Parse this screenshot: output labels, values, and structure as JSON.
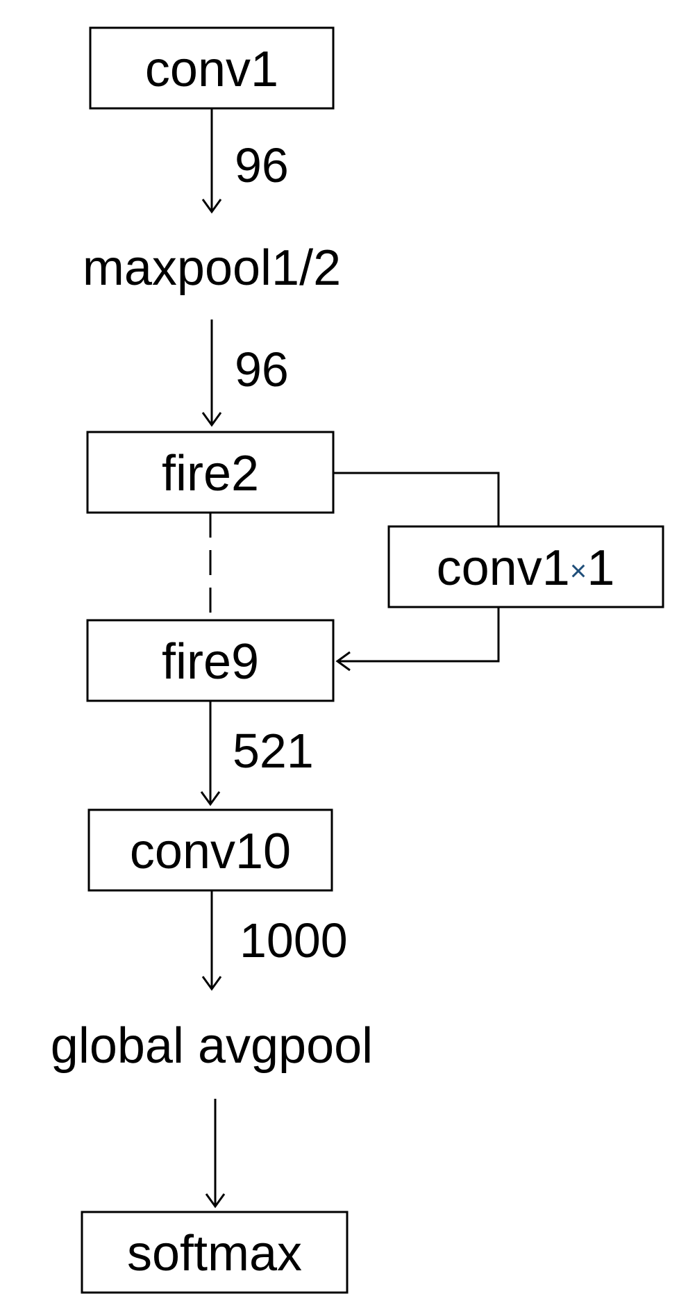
{
  "nodes": {
    "conv1": "conv1",
    "maxpool": "maxpool1/2",
    "fire2": "fire2",
    "conv1x1": {
      "prefix": "conv1",
      "times": "×",
      "suffix": "1"
    },
    "fire9": "fire9",
    "conv10": "conv10",
    "global_avgpool": "global avgpool",
    "softmax": "softmax"
  },
  "edges": {
    "conv1_to_maxpool": "96",
    "maxpool_to_fire2": "96",
    "fire9_to_conv10": "521",
    "conv10_to_avgpool": "1000"
  },
  "colors": {
    "times_symbol": "#1f4e79"
  }
}
